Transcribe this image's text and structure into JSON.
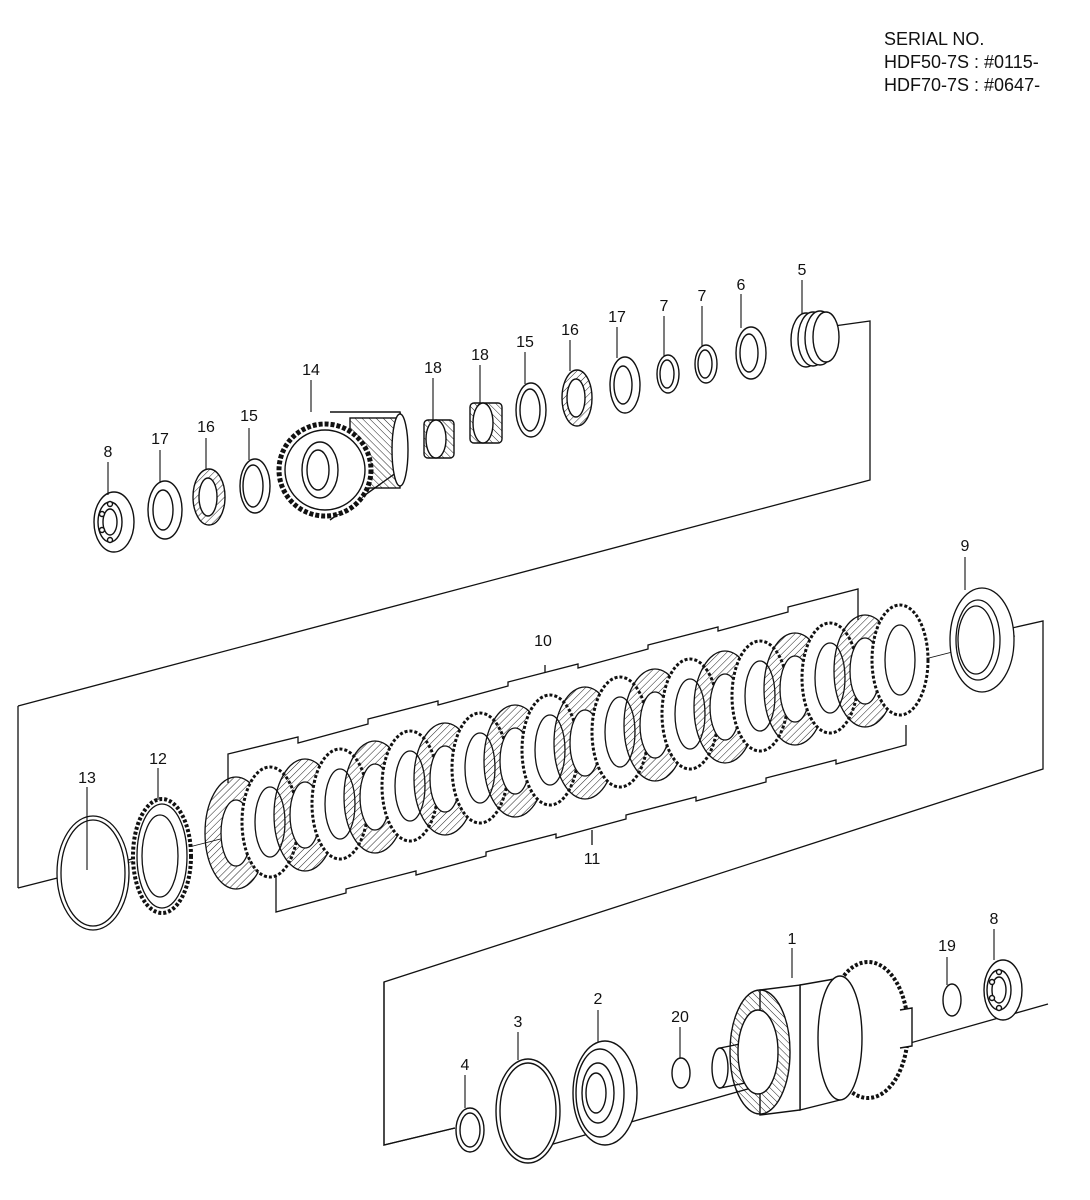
{
  "serial": {
    "heading": "SERIAL NO.",
    "lines": [
      "HDF50-7S : #0115-",
      "HDF70-7S : #0647-"
    ]
  },
  "callouts": [
    {
      "id": "c8a",
      "text": "8"
    },
    {
      "id": "c17a",
      "text": "17"
    },
    {
      "id": "c16a",
      "text": "16"
    },
    {
      "id": "c15a",
      "text": "15"
    },
    {
      "id": "c14",
      "text": "14"
    },
    {
      "id": "c18a",
      "text": "18"
    },
    {
      "id": "c18b",
      "text": "18"
    },
    {
      "id": "c15b",
      "text": "15"
    },
    {
      "id": "c16b",
      "text": "16"
    },
    {
      "id": "c17b",
      "text": "17"
    },
    {
      "id": "c7a",
      "text": "7"
    },
    {
      "id": "c7b",
      "text": "7"
    },
    {
      "id": "c6",
      "text": "6"
    },
    {
      "id": "c5",
      "text": "5"
    },
    {
      "id": "c9",
      "text": "9"
    },
    {
      "id": "c10",
      "text": "10"
    },
    {
      "id": "c11",
      "text": "11"
    },
    {
      "id": "c12",
      "text": "12"
    },
    {
      "id": "c13",
      "text": "13"
    },
    {
      "id": "c1",
      "text": "1"
    },
    {
      "id": "c19",
      "text": "19"
    },
    {
      "id": "c8b",
      "text": "8"
    },
    {
      "id": "c2",
      "text": "2"
    },
    {
      "id": "c20",
      "text": "20"
    },
    {
      "id": "c3",
      "text": "3"
    },
    {
      "id": "c4",
      "text": "4"
    }
  ]
}
